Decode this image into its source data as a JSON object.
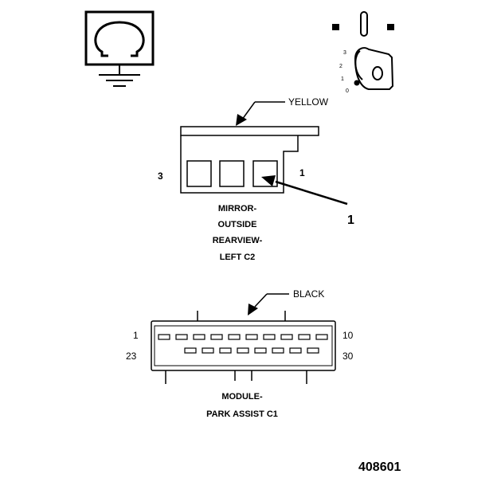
{
  "ohmmeter_icon": "ohm-symbol-icon",
  "ignition_key": {
    "icon": "ignition-key-icon",
    "positions": [
      "3",
      "2",
      "1",
      "0"
    ]
  },
  "mirror_connector": {
    "wire_color": "YELLOW",
    "pin_left": "3",
    "pin_right": "1",
    "callout": "1",
    "name_lines": [
      "MIRROR-",
      "OUTSIDE",
      "REARVIEW-",
      "LEFT C2"
    ]
  },
  "module_connector": {
    "wire_color": "BLACK",
    "pin_top_left": "1",
    "pin_top_right": "10",
    "pin_bottom_left": "23",
    "pin_bottom_right": "30",
    "name_lines": [
      "MODULE-",
      "PARK ASSIST C1"
    ]
  },
  "figure_number": "408601"
}
